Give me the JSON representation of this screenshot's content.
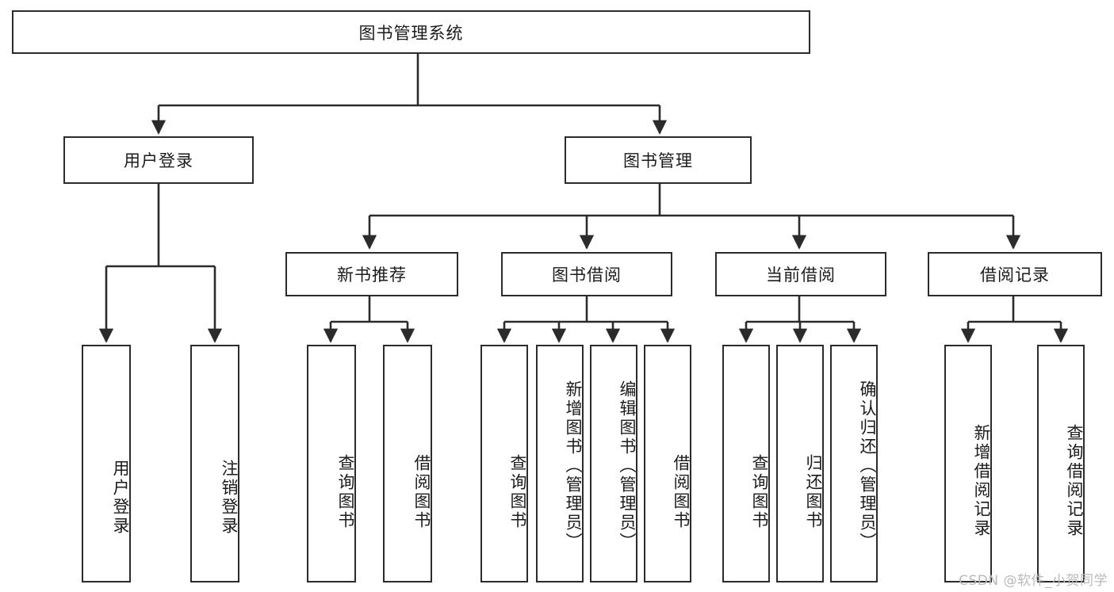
{
  "diagram": {
    "type": "tree-hierarchy",
    "title": "图书管理系统",
    "root": {
      "label": "图书管理系统",
      "children": [
        {
          "label": "用户登录",
          "children": [
            {
              "label": "用户登录"
            },
            {
              "label": "注销登录"
            }
          ]
        },
        {
          "label": "图书管理",
          "children": [
            {
              "label": "新书推荐",
              "children": [
                {
                  "label": "查询图书"
                },
                {
                  "label": "借阅图书"
                }
              ]
            },
            {
              "label": "图书借阅",
              "children": [
                {
                  "label": "查询图书"
                },
                {
                  "label": "新增图书（管理员）"
                },
                {
                  "label": "编辑图书（管理员）"
                },
                {
                  "label": "借阅图书"
                }
              ]
            },
            {
              "label": "当前借阅",
              "children": [
                {
                  "label": "查询图书"
                },
                {
                  "label": "归还图书"
                },
                {
                  "label": "确认归还（管理员）"
                }
              ]
            },
            {
              "label": "借阅记录",
              "children": [
                {
                  "label": "新增借阅记录"
                },
                {
                  "label": "查询借阅记录"
                }
              ]
            }
          ]
        }
      ]
    },
    "nodes": {
      "root": "图书管理系统",
      "user_login": "用户登录",
      "book_manage": "图书管理",
      "new_book_rec": "新书推荐",
      "book_borrow": "图书借阅",
      "current_borrow": "当前借阅",
      "borrow_record": "借阅记录",
      "leaf_user_login": "用户登录",
      "leaf_logout": "注销登录",
      "leaf_query_book_1": "查询图书",
      "leaf_borrow_book_1": "借阅图书",
      "leaf_query_book_2": "查询图书",
      "leaf_add_book": "新增图书（管理员）",
      "leaf_edit_book": "编辑图书（管理员）",
      "leaf_borrow_book_2": "借阅图书",
      "leaf_query_book_3": "查询图书",
      "leaf_return_book": "归还图书",
      "leaf_confirm_return": "确认归还（管理员）",
      "leaf_add_record": "新增借阅记录",
      "leaf_query_record": "查询借阅记录"
    },
    "colors": {
      "stroke": "#2b2b2b",
      "fill": "#ffffff",
      "text": "#1b1b1b",
      "watermark": "#b9b9b9"
    }
  },
  "watermark": {
    "text": "CSDN @软件_小贺同学"
  }
}
